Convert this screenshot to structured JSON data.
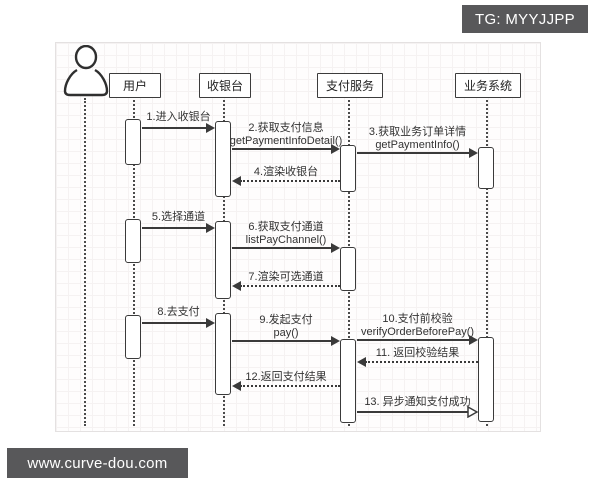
{
  "watermarks": {
    "telegram_badge": "TG: MYYJJPP",
    "website": "www.curve-dou.com"
  },
  "diagram": {
    "type": "uml-sequence",
    "actor": {
      "kind": "person-icon"
    },
    "participants": [
      {
        "label": "用户"
      },
      {
        "label": "收银台"
      },
      {
        "label": "支付服务"
      },
      {
        "label": "业务系统"
      }
    ],
    "messages": [
      {
        "n": 1,
        "label": "1.进入收银台",
        "code": "",
        "from": "用户",
        "to": "收银台",
        "style": "solid"
      },
      {
        "n": 2,
        "label": "2.获取支付信息",
        "code": "getPaymentInfoDetail()",
        "from": "收银台",
        "to": "支付服务",
        "style": "solid"
      },
      {
        "n": 3,
        "label": "3.获取业务订单详情",
        "code": "getPaymentInfo()",
        "from": "支付服务",
        "to": "业务系统",
        "style": "solid"
      },
      {
        "n": 4,
        "label": "4.渲染收银台",
        "code": "",
        "from": "支付服务",
        "to": "收银台",
        "style": "dashed-return"
      },
      {
        "n": 5,
        "label": "5.选择通道",
        "code": "",
        "from": "用户",
        "to": "收银台",
        "style": "solid"
      },
      {
        "n": 6,
        "label": "6.获取支付通道",
        "code": "listPayChannel()",
        "from": "收银台",
        "to": "支付服务",
        "style": "solid"
      },
      {
        "n": 7,
        "label": "7.渲染可选通道",
        "code": "",
        "from": "支付服务",
        "to": "收银台",
        "style": "dashed-return"
      },
      {
        "n": 8,
        "label": "8.去支付",
        "code": "",
        "from": "用户",
        "to": "收银台",
        "style": "solid"
      },
      {
        "n": 9,
        "label": "9.发起支付",
        "code": "pay()",
        "from": "收银台",
        "to": "支付服务",
        "style": "solid"
      },
      {
        "n": 10,
        "label": "10.支付前校验",
        "code": "verifyOrderBeforePay()",
        "from": "支付服务",
        "to": "业务系统",
        "style": "solid"
      },
      {
        "n": 11,
        "label": "11. 返回校验结果",
        "code": "",
        "from": "业务系统",
        "to": "支付服务",
        "style": "dashed-return"
      },
      {
        "n": 12,
        "label": "12.返回支付结果",
        "code": "",
        "from": "支付服务",
        "to": "收银台",
        "style": "dashed-return"
      },
      {
        "n": 13,
        "label": "13. 异步通知支付成功",
        "code": "",
        "from": "支付服务",
        "to": "业务系统",
        "style": "async-open"
      }
    ]
  }
}
